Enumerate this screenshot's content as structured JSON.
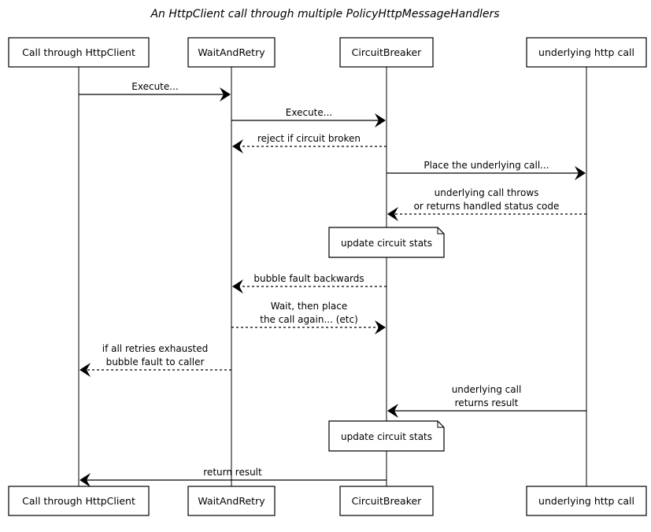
{
  "diagram": {
    "title": "An HttpClient call through multiple PolicyHttpMessageHandlers",
    "participants": [
      {
        "id": "client",
        "label": "Call through HttpClient"
      },
      {
        "id": "retry",
        "label": "WaitAndRetry"
      },
      {
        "id": "breaker",
        "label": "CircuitBreaker"
      },
      {
        "id": "http",
        "label": "underlying http call"
      }
    ],
    "messages": [
      {
        "from": "client",
        "to": "retry",
        "style": "solid",
        "label": [
          "Execute..."
        ]
      },
      {
        "from": "retry",
        "to": "breaker",
        "style": "solid",
        "label": [
          "Execute..."
        ]
      },
      {
        "from": "breaker",
        "to": "retry",
        "style": "dashed",
        "label": [
          "reject if circuit broken"
        ]
      },
      {
        "from": "breaker",
        "to": "http",
        "style": "solid",
        "label": [
          "Place the underlying call..."
        ]
      },
      {
        "from": "http",
        "to": "breaker",
        "style": "dashed",
        "label": [
          "underlying call throws",
          "or returns handled status code"
        ]
      },
      {
        "from": "breaker",
        "to": "retry",
        "style": "dashed",
        "label": [
          "bubble fault backwards"
        ]
      },
      {
        "from": "retry",
        "to": "breaker",
        "style": "dashed",
        "label": [
          "Wait, then place",
          "the call again... (etc)"
        ]
      },
      {
        "from": "retry",
        "to": "client",
        "style": "dashed",
        "label": [
          "if all retries exhausted",
          "bubble fault to caller"
        ]
      },
      {
        "from": "http",
        "to": "breaker",
        "style": "solid",
        "label": [
          "underlying call",
          "returns result"
        ]
      },
      {
        "from": "breaker",
        "to": "client",
        "style": "solid",
        "label": [
          "return result"
        ]
      }
    ],
    "notes": [
      {
        "over": "breaker",
        "after_message": 4,
        "label": "update circuit stats"
      },
      {
        "over": "breaker",
        "after_message": 8,
        "label": "update circuit stats"
      }
    ]
  }
}
